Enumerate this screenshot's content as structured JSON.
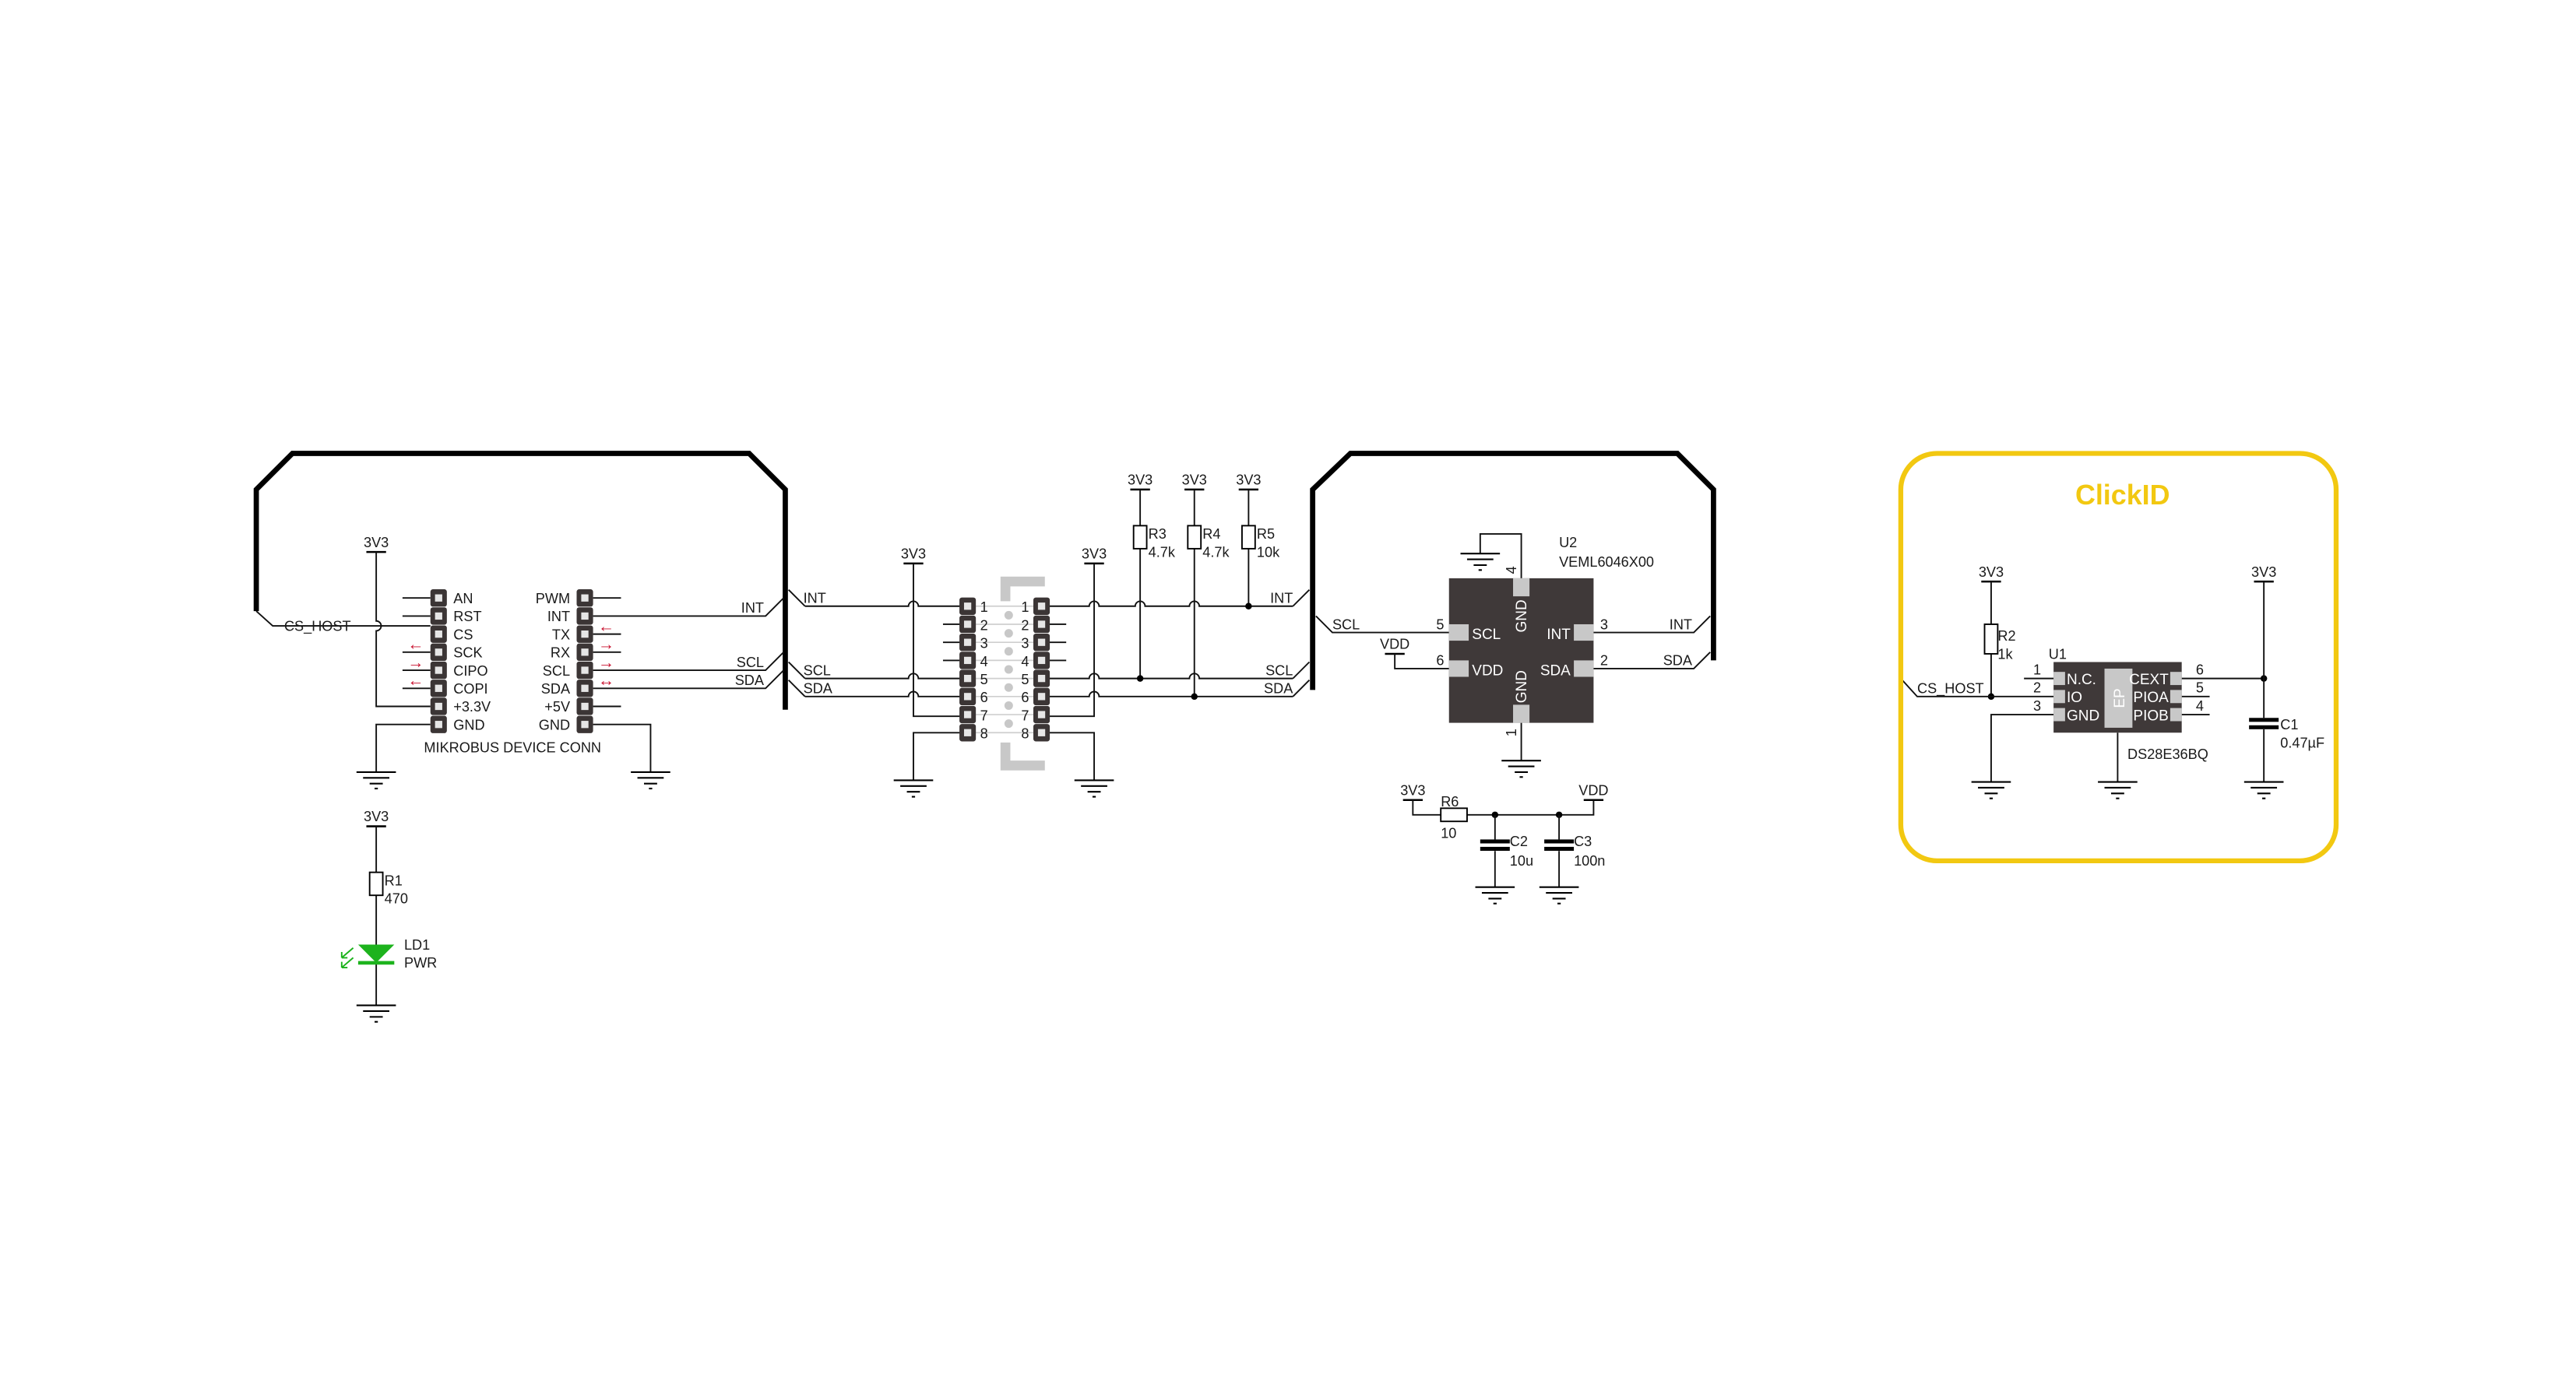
{
  "nets": {
    "v33": "3V3",
    "vdd": "VDD",
    "cs_host": "CS_HOST",
    "int": "INT",
    "scl": "SCL",
    "sda": "SDA"
  },
  "mikrobus": {
    "title": "MIKROBUS DEVICE CONN",
    "left_pins": [
      "AN",
      "RST",
      "CS",
      "SCK",
      "CIPO",
      "COPI",
      "+3.3V",
      "GND"
    ],
    "right_pins": [
      "PWM",
      "INT",
      "TX",
      "RX",
      "SCL",
      "SDA",
      "+5V",
      "GND"
    ],
    "left_arrows": [
      "←",
      "→",
      "←"
    ],
    "right_arrows": [
      "←",
      "→",
      "→",
      "↔"
    ]
  },
  "connector": {
    "pin_numbers": [
      "1",
      "2",
      "3",
      "4",
      "5",
      "6",
      "7",
      "8"
    ]
  },
  "r1": {
    "ref": "R1",
    "value": "470"
  },
  "ld1": {
    "ref": "LD1",
    "value": "PWR"
  },
  "r3": {
    "ref": "R3",
    "value": "4.7k"
  },
  "r4": {
    "ref": "R4",
    "value": "4.7k"
  },
  "r5": {
    "ref": "R5",
    "value": "10k"
  },
  "u2": {
    "ref": "U2",
    "part": "VEML6046X00",
    "pins": {
      "scl": {
        "num": "5",
        "name": "SCL"
      },
      "vdd": {
        "num": "6",
        "name": "VDD"
      },
      "int": {
        "num": "3",
        "name": "INT"
      },
      "sda": {
        "num": "2",
        "name": "SDA"
      },
      "gnd_top": {
        "num": "4",
        "name": "GND"
      },
      "gnd_bottom": {
        "num": "1",
        "name": "GND"
      }
    }
  },
  "r6": {
    "ref": "R6",
    "value": "10"
  },
  "c2": {
    "ref": "C2",
    "value": "10u"
  },
  "c3": {
    "ref": "C3",
    "value": "100n"
  },
  "clickid": {
    "title": "ClickID",
    "r2": {
      "ref": "R2",
      "value": "1k"
    },
    "c1": {
      "ref": "C1",
      "value": "0.47µF"
    },
    "u1": {
      "ref": "U1",
      "part": "DS28E36BQ",
      "ep": "EP",
      "left_pins": [
        {
          "num": "1",
          "name": "N.C."
        },
        {
          "num": "2",
          "name": "IO"
        },
        {
          "num": "3",
          "name": "GND"
        }
      ],
      "right_pins": [
        {
          "num": "6",
          "name": "CEXT"
        },
        {
          "num": "5",
          "name": "PIOA"
        },
        {
          "num": "4",
          "name": "PIOB"
        }
      ]
    }
  },
  "colors": {
    "accent": "#f2c811",
    "led": "#1db31d",
    "arrow": "#c8102e",
    "chip": "#3f3939",
    "pad": "#c8c8c8"
  }
}
